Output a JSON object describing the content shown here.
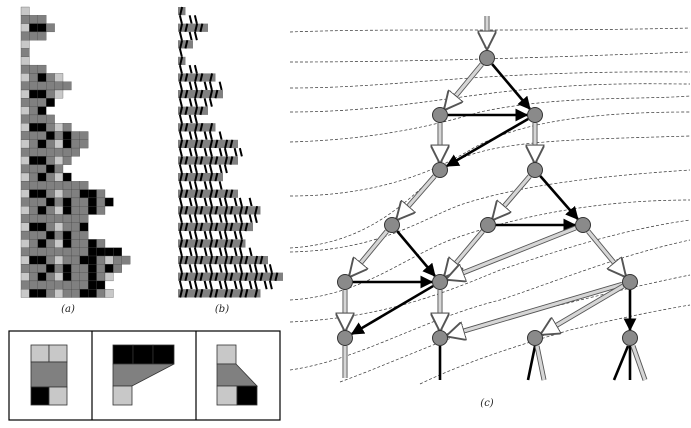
{
  "panels": [
    {
      "id": "a",
      "caption": "(a)"
    },
    {
      "id": "b",
      "caption": "(b)"
    },
    {
      "id": "c",
      "caption": "(c)"
    }
  ],
  "rules_legend": {
    "count": 3,
    "cell_colors": {
      "light": "#c8c8c8",
      "mid": "#808080",
      "dark": "#000000",
      "line": "#333333"
    }
  },
  "colors": {
    "node": "#8a8a8a",
    "edge_dark": "#000000",
    "edge_light": "#cfcfcf",
    "dashed": "#333333"
  }
}
